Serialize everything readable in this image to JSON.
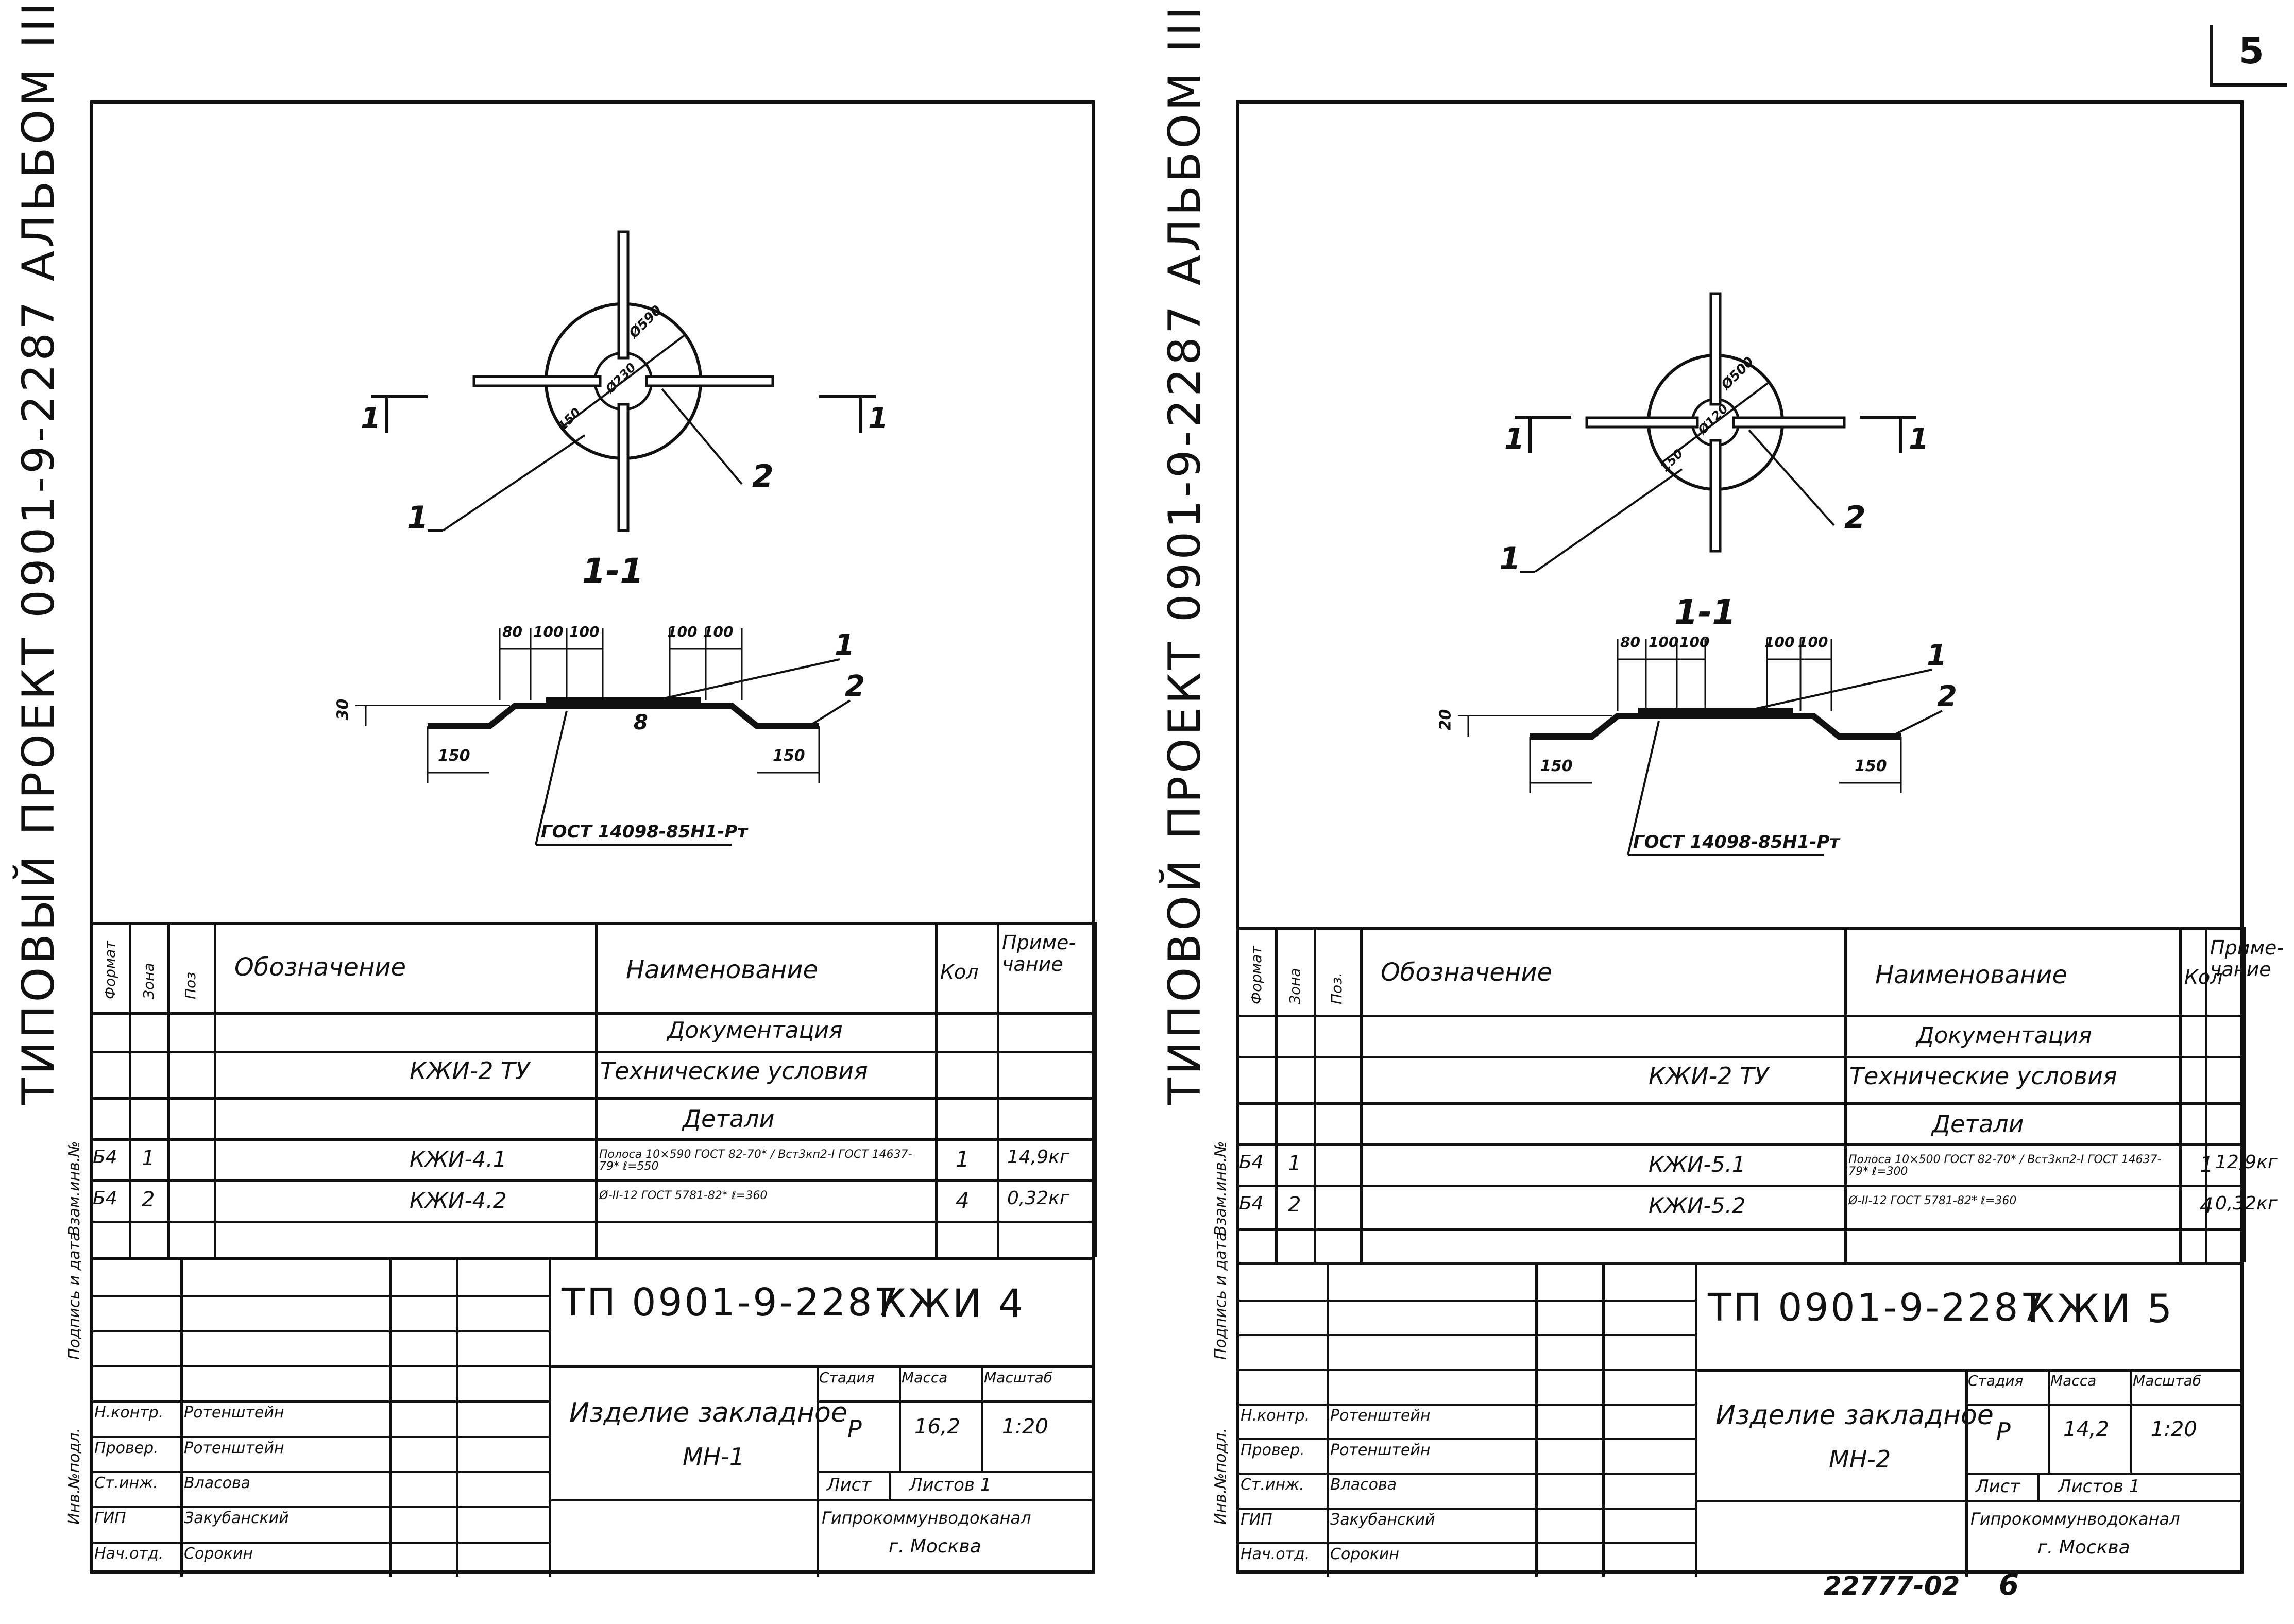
{
  "page": {
    "corner_number": "5",
    "bottom_code": "22777-02",
    "bottom_page": "6"
  },
  "sheets": [
    {
      "side_title": "ТИПОВЫЙ ПРОЕКТ 0901-9-2287 АЛЬБОМ III",
      "section_label": "1-1",
      "callouts": [
        "1",
        "2"
      ],
      "cut_marks": [
        "1",
        "1"
      ],
      "dims_top": [
        "80",
        "100",
        "100",
        "100",
        "100"
      ],
      "dim_height": "30",
      "dims_bottom": [
        "150",
        "150"
      ],
      "dim_diam_outer": "Ø590",
      "dim_diam_inner": "Ø230",
      "dim_150a": "150",
      "dim_150b": "150",
      "weld_mark": "8",
      "gost_weld": "ГОСТ 14098-85Н1-Рт",
      "spec": {
        "headers": {
          "format": "Формат",
          "zone": "Зона",
          "pos": "Поз",
          "designation": "Обозначение",
          "name": "Наименование",
          "qty": "Кол",
          "note": "Приме-чание"
        },
        "section_doc": "Документация",
        "doc_designation": "КЖИ-2 ТУ",
        "doc_name": "Технические условия",
        "section_parts": "Детали",
        "rows": [
          {
            "format": "Б4",
            "pos": "1",
            "designation": "КЖИ-4.1",
            "name": "Полоса 10×590 ГОСТ 82-70* / Вст3кп2-I ГОСТ 14637-79* ℓ=550",
            "qty": "1",
            "note": "14,9кг"
          },
          {
            "format": "Б4",
            "pos": "2",
            "designation": "КЖИ-4.2",
            "name": "Ø-II-12 ГОСТ 5781-82* ℓ=360",
            "qty": "4",
            "note": "0,32кг"
          }
        ]
      },
      "stamp": {
        "doc_code": "ТП 0901-9-2287",
        "mark": "КЖИ 4",
        "title_line1": "Изделие закладное",
        "title_line2": "МН-1",
        "stage_label": "Стадия",
        "mass_label": "Масса",
        "scale_label": "Масштаб",
        "stage": "Р",
        "mass": "16,2",
        "scale": "1:20",
        "sheet_label": "Лист",
        "sheets_label": "Листов 1",
        "org_line1": "Гипрокоммунводоканал",
        "org_line2": "г. Москва",
        "roles": [
          {
            "role": "Н.контр.",
            "name": "Ротенштейн"
          },
          {
            "role": "Провер.",
            "name": "Ротенштейн"
          },
          {
            "role": "Ст.инж.",
            "name": "Власова"
          },
          {
            "role": "ГИП",
            "name": "Закубанский"
          },
          {
            "role": "Нач.отд.",
            "name": "Сорокин"
          }
        ]
      },
      "margin_labels": [
        "Взам.инв.№",
        "Подпись и дата",
        "Инв.№подл."
      ]
    },
    {
      "side_title": "ТИПОВОЙ ПРОЕКТ 0901-9-2287 АЛЬБОМ III",
      "section_label": "1-1",
      "callouts": [
        "1",
        "2"
      ],
      "cut_marks": [
        "1",
        "1"
      ],
      "dims_top": [
        "80",
        "100",
        "100",
        "100",
        "100"
      ],
      "dim_height": "20",
      "dims_bottom": [
        "150",
        "150"
      ],
      "dim_diam_outer": "Ø500",
      "dim_diam_inner": "Ø120",
      "dim_150a": "150",
      "dim_150b": "150",
      "weld_mark": "",
      "gost_weld": "ГОСТ 14098-85Н1-Рт",
      "spec": {
        "headers": {
          "format": "Формат",
          "zone": "Зона",
          "pos": "Поз.",
          "designation": "Обозначение",
          "name": "Наименование",
          "qty": "Кол",
          "note": "Приме-чание"
        },
        "section_doc": "Документация",
        "doc_designation": "КЖИ-2 ТУ",
        "doc_name": "Технические условия",
        "section_parts": "Детали",
        "rows": [
          {
            "format": "Б4",
            "pos": "1",
            "designation": "КЖИ-5.1",
            "name": "Полоса 10×500 ГОСТ 82-70* / Вст3кп2-I ГОСТ 14637-79* ℓ=300",
            "qty": "1",
            "note": "12,9кг"
          },
          {
            "format": "Б4",
            "pos": "2",
            "designation": "КЖИ-5.2",
            "name": "Ø-II-12 ГОСТ 5781-82* ℓ=360",
            "qty": "4",
            "note": "0,32кг"
          }
        ]
      },
      "stamp": {
        "doc_code": "ТП 0901-9-2287",
        "mark": "КЖИ 5",
        "title_line1": "Изделие закладное",
        "title_line2": "МН-2",
        "stage_label": "Стадия",
        "mass_label": "Масса",
        "scale_label": "Масштаб",
        "stage": "Р",
        "mass": "14,2",
        "scale": "1:20",
        "sheet_label": "Лист",
        "sheets_label": "Листов 1",
        "org_line1": "Гипрокоммунводоканал",
        "org_line2": "г. Москва",
        "roles": [
          {
            "role": "Н.контр.",
            "name": "Ротенштейн"
          },
          {
            "role": "Провер.",
            "name": "Ротенштейн"
          },
          {
            "role": "Ст.инж.",
            "name": "Власова"
          },
          {
            "role": "ГИП",
            "name": "Закубанский"
          },
          {
            "role": "Нач.отд.",
            "name": "Сорокин"
          }
        ]
      },
      "margin_labels": [
        "Взам.инв.№",
        "Подпись и дата",
        "Инв.№подл."
      ]
    }
  ]
}
